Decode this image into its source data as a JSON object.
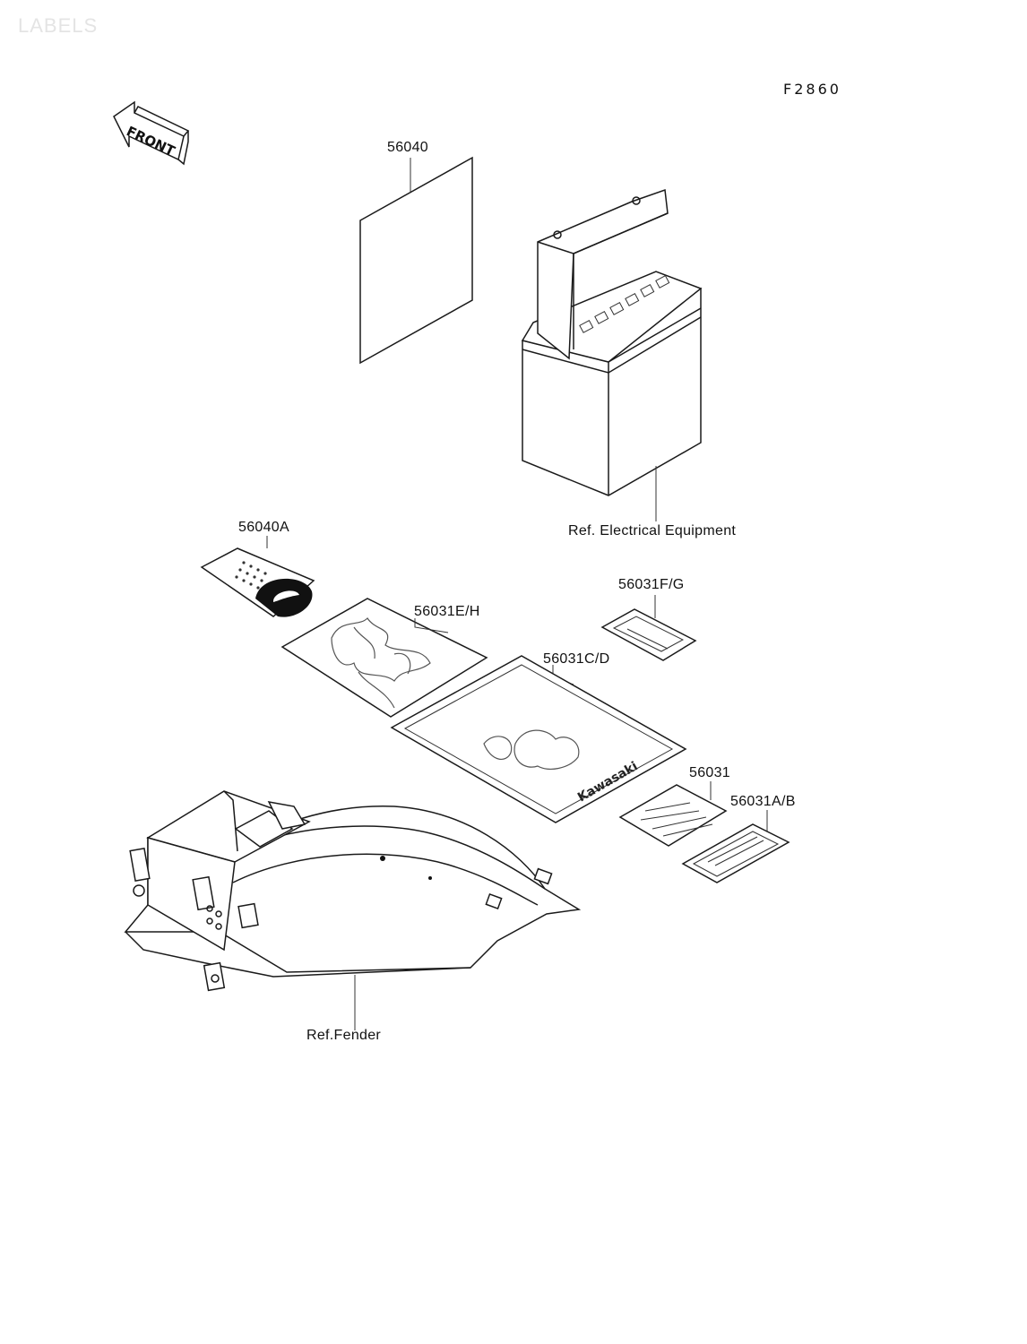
{
  "watermark": "LABELS",
  "figure_code": "F2860",
  "front_arrow": "FRONT",
  "front_icon": "front-direction-arrow-icon",
  "parts": [
    {
      "id": "56040",
      "label": "56040"
    },
    {
      "id": "56040A",
      "label": "56040A"
    },
    {
      "id": "56031E/H",
      "label": "56031E/H"
    },
    {
      "id": "56031F/G",
      "label": "56031F/G"
    },
    {
      "id": "56031C/D",
      "label": "56031C/D"
    },
    {
      "id": "56031",
      "label": "56031"
    },
    {
      "id": "56031A/B",
      "label": "56031A/B"
    }
  ],
  "references": [
    {
      "id": "electrical",
      "label": "Ref. Electrical Equipment"
    },
    {
      "id": "fender",
      "label": "Ref.Fender"
    }
  ],
  "brand_text": "Kawasaki"
}
